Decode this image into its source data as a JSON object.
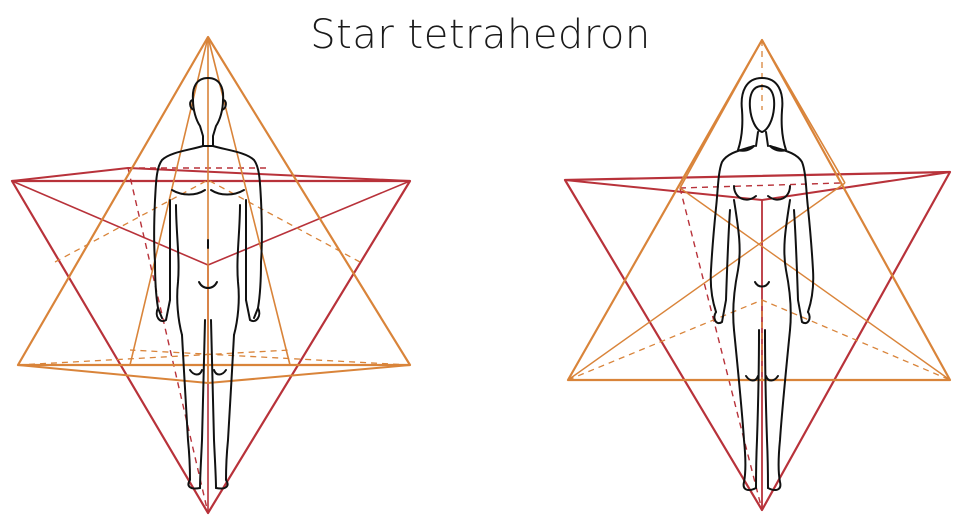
{
  "title": "Star tetrahedron",
  "figures": [
    {
      "name": "male-figure"
    },
    {
      "name": "female-figure"
    }
  ],
  "colors": {
    "upward_tetrahedron": "#d9843a",
    "downward_tetrahedron": "#b8323a",
    "figure_outline": "#111111",
    "title_text": "#1a1a1a"
  }
}
